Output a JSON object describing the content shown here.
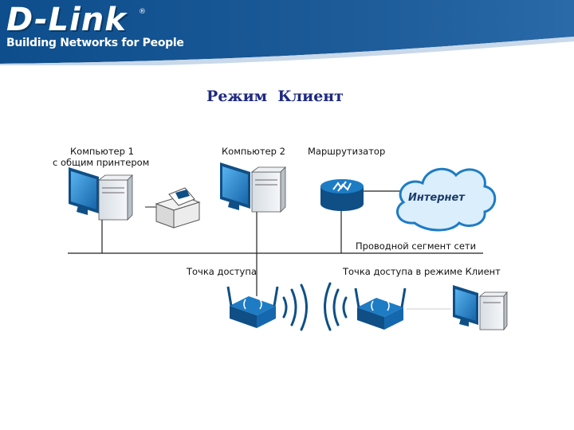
{
  "header": {
    "logo_text": "D-Link",
    "registered_mark": "®",
    "tagline": "Building Networks for People",
    "brand_color": "#1c5a98"
  },
  "slide": {
    "title": "Режим  Клиент"
  },
  "diagram": {
    "labels": {
      "computer1_line1": "Компьютер 1",
      "computer1_line2": "с общим принтером",
      "computer2": "Компьютер 2",
      "router": "Маршрутизатор",
      "internet": "Интернет",
      "wired_segment": "Проводной сегмент сети",
      "access_point": "Точка доступа",
      "client_ap": "Точка доступа в режиме Клиент"
    },
    "icons": [
      "computer-icon",
      "printer-icon",
      "router-icon",
      "cloud-icon",
      "access-point-icon",
      "wireless-waves-icon"
    ],
    "colors": {
      "device_blue": "#1e7cc4",
      "device_dark": "#0f4f86",
      "screen": "#3a9be0",
      "line": "#222222"
    }
  }
}
